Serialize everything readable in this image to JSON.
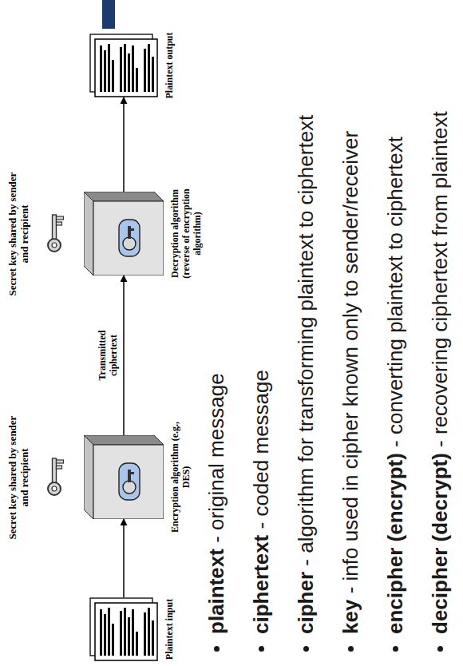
{
  "diagram": {
    "nodes": [
      {
        "text": [
          "Plaintext input"
        ]
      },
      {
        "text": [
          "Encryption algorithm (e.g., DES)"
        ]
      },
      {
        "text": [
          "Decryption algorithm (reverse of encryption algorithm)"
        ]
      },
      {
        "text": [
          "Plaintext output"
        ]
      }
    ],
    "edges": [
      {
        "from": 0,
        "to": 1,
        "arrow": "to"
      },
      {
        "from": 1,
        "to": 2,
        "label": "Transmitted ciphertext",
        "arrow": "to"
      },
      {
        "from": 2,
        "to": 3,
        "arrow": "to"
      }
    ],
    "labels": [
      "Secret key shared by sender and recipient",
      "Secret key shared by sender and recipient",
      "plaintext",
      "- original message",
      "ciphertext",
      "- coded message",
      "cipher",
      "- algorithm for transforming plaintext to ciphertext",
      "key",
      "- info used in cipher known only to sender/receiver",
      "encipher (encrypt)",
      "- converting plaintext to ciphertext",
      "decipher (decrypt)",
      "- recovering ciphertext from plaintext"
    ]
  }
}
